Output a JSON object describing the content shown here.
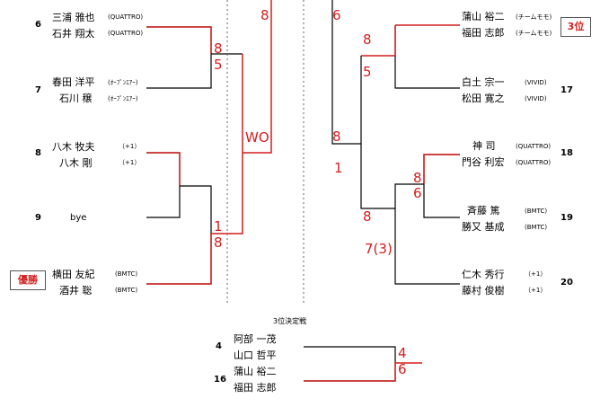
{
  "colors": {
    "winner_line": "#d21e1e",
    "line": "#000000",
    "score": "#d21e1e"
  },
  "third_place_title": "3位決定戦",
  "badges": {
    "champion": "優勝",
    "third": "3位"
  },
  "left": [
    {
      "seed": "6",
      "players": [
        "三浦 雅也",
        "石井 翔太"
      ],
      "teams": [
        "(QUATTRO)",
        "(QUATTRO)"
      ]
    },
    {
      "seed": "7",
      "players": [
        "春田 洋平",
        "石川 穣"
      ],
      "teams": [
        "(ｵｰﾌﾟﾝｴｱｰ)",
        "(ｵｰﾌﾟﾝｴｱｰ)"
      ]
    },
    {
      "seed": "8",
      "players": [
        "八木 牧夫",
        "八木 剛"
      ],
      "teams": [
        "（+1）",
        "（+1）"
      ]
    },
    {
      "seed": "9",
      "players": [
        "bye"
      ],
      "teams": []
    },
    {
      "seed": "",
      "players": [
        "横田 友紀",
        "酒井 聡"
      ],
      "teams": [
        "(BMTC)",
        "(BMTC)"
      ]
    }
  ],
  "right": [
    {
      "seed": "",
      "players": [
        "蒲山 裕二",
        "福田 志郎"
      ],
      "teams": [
        "(チームモモ)",
        "(チームモモ)"
      ]
    },
    {
      "seed": "17",
      "players": [
        "白土 宗一",
        "松田 寛之"
      ],
      "teams": [
        "(VIVID)",
        "(VIVID)"
      ]
    },
    {
      "seed": "18",
      "players": [
        "神 司",
        "門谷 利宏"
      ],
      "teams": [
        "(QUATTRO)",
        "(QUATTRO)"
      ]
    },
    {
      "seed": "19",
      "players": [
        "斉藤 篤",
        "勝又 基成"
      ],
      "teams": [
        "(BMTC)",
        "(BMTC)"
      ]
    },
    {
      "seed": "20",
      "players": [
        "仁木 秀行",
        "藤村 俊樹"
      ],
      "teams": [
        "（+1）",
        "（+1）"
      ]
    }
  ],
  "scores_left": [
    "8",
    "8",
    "5",
    "WO",
    "1",
    "8"
  ],
  "scores_right": [
    "6",
    "8",
    "5",
    "8",
    "1",
    "8",
    "6",
    "8",
    "7(3)"
  ],
  "third_place": [
    {
      "seed": "4",
      "players": [
        "阿部 一茂",
        "山口 哲平"
      ]
    },
    {
      "seed": "16",
      "players": [
        "蒲山 裕二",
        "福田 志郎"
      ]
    }
  ],
  "third_scores": [
    "4",
    "6"
  ]
}
